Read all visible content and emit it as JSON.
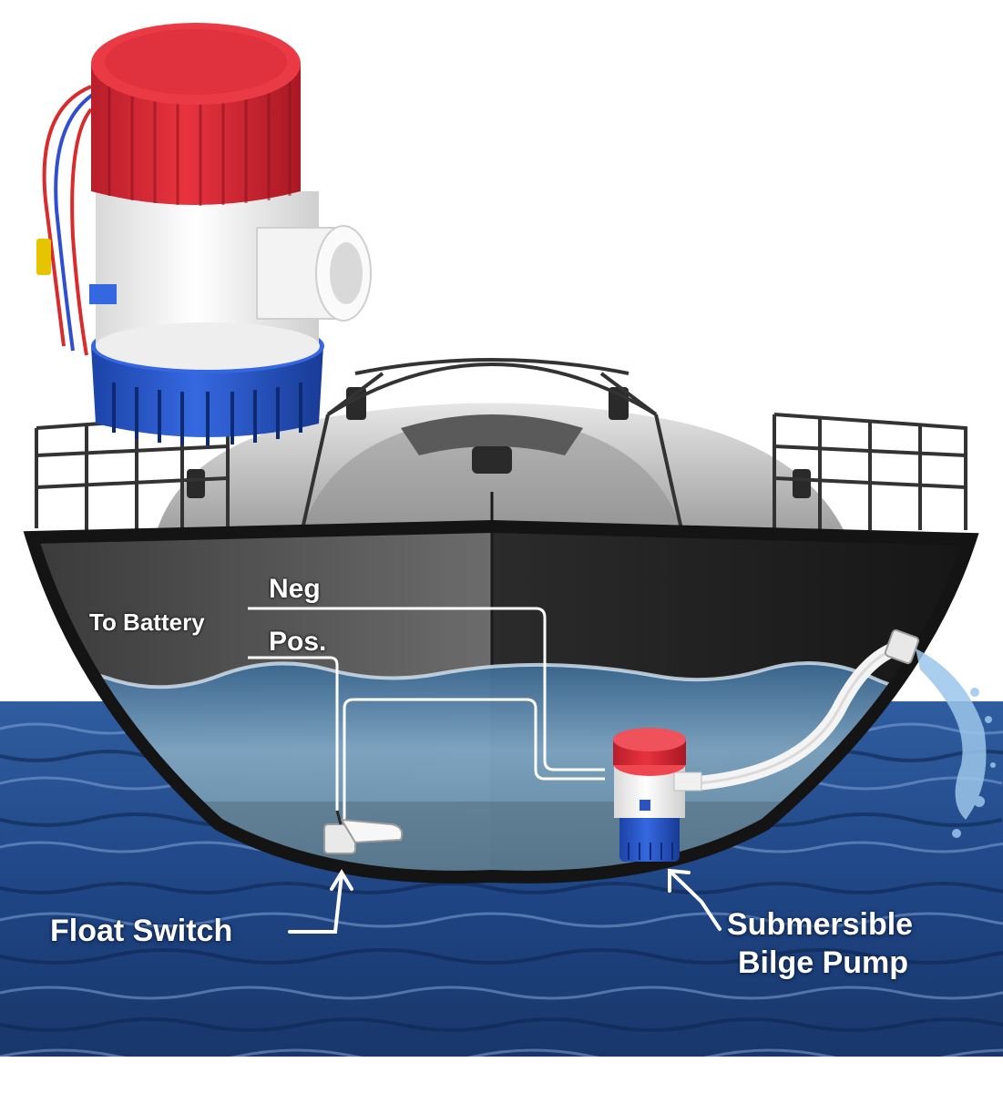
{
  "labels": {
    "neg": "Neg",
    "to_battery": "To Battery",
    "pos": "Pos.",
    "float_switch": "Float Switch",
    "pump_line1": "Submersible",
    "pump_line2": "Bilge Pump"
  },
  "colors": {
    "sea_dark": "#1c3f7a",
    "sea_light": "#3f72b3",
    "hull_dark": "#2b2b2b",
    "hull_light": "#6a6a6a",
    "deck": "#bfbfbf",
    "bilge_water": "#5d88ad",
    "pump_red": "#d82a35",
    "pump_white": "#f2f2f2",
    "pump_blue": "#2856c8",
    "wire": "#ffffff"
  },
  "icons": [
    "bilge-pump-icon",
    "float-switch-icon",
    "arrow-icon"
  ]
}
